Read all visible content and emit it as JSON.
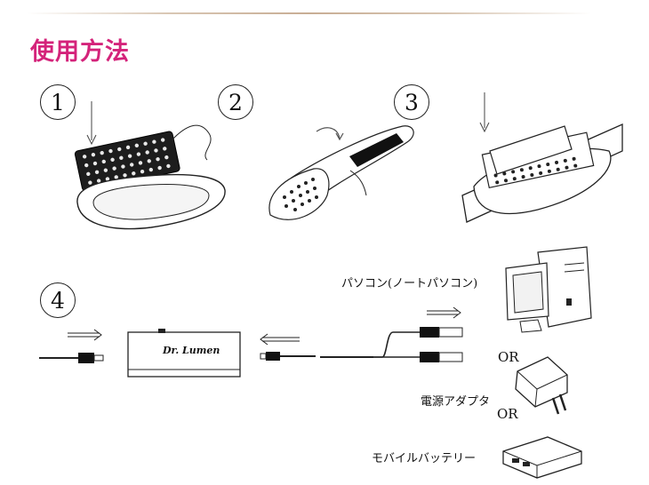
{
  "page_title": "使用方法",
  "steps": [
    "1",
    "2",
    "3",
    "4"
  ],
  "device_brand": "Dr. Lumen",
  "power_sources": {
    "pc": "パソコン(ノートパソコン)",
    "adapter": "電源アダプタ",
    "battery": "モバイルバッテリー"
  },
  "or_labels": [
    "OR",
    "OR"
  ],
  "colors": {
    "title": "#d4237a",
    "line": "#222222"
  }
}
